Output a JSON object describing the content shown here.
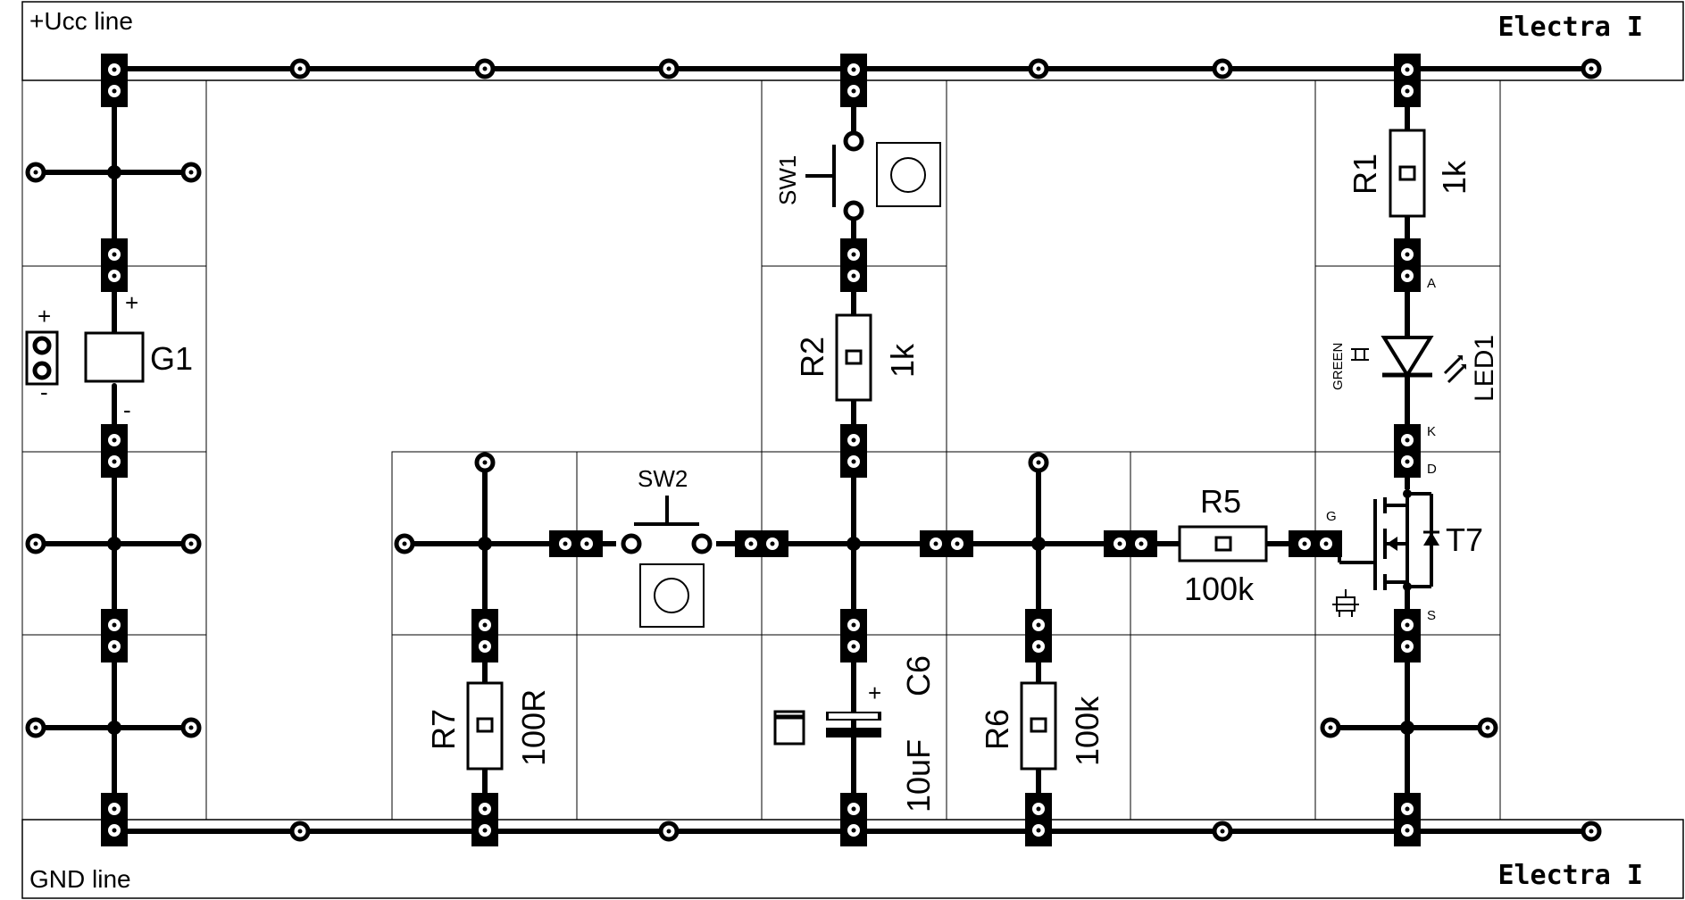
{
  "rails": {
    "top_label": "+Ucc line",
    "bottom_label": "GND line",
    "brand_top": "Electra I",
    "brand_bottom": "Electra I"
  },
  "battery": {
    "ref": "G1",
    "plus": "+",
    "minus": "-",
    "connector_plus": "+",
    "connector_minus": "-"
  },
  "sw1": {
    "ref": "SW1"
  },
  "sw2": {
    "ref": "SW2"
  },
  "r1": {
    "ref": "R1",
    "value": "1k"
  },
  "r2": {
    "ref": "R2",
    "value": "1k"
  },
  "r5": {
    "ref": "R5",
    "value": "100k"
  },
  "r6": {
    "ref": "R6",
    "value": "100k"
  },
  "r7": {
    "ref": "R7",
    "value": "100R"
  },
  "c6": {
    "ref": "C6",
    "value": "10uF",
    "polarity": "+"
  },
  "led1": {
    "ref": "LED1",
    "color": "GREEN",
    "pin_a": "A",
    "pin_k": "K"
  },
  "t7": {
    "ref": "T7",
    "pin_d": "D",
    "pin_g": "G",
    "pin_s": "S"
  }
}
